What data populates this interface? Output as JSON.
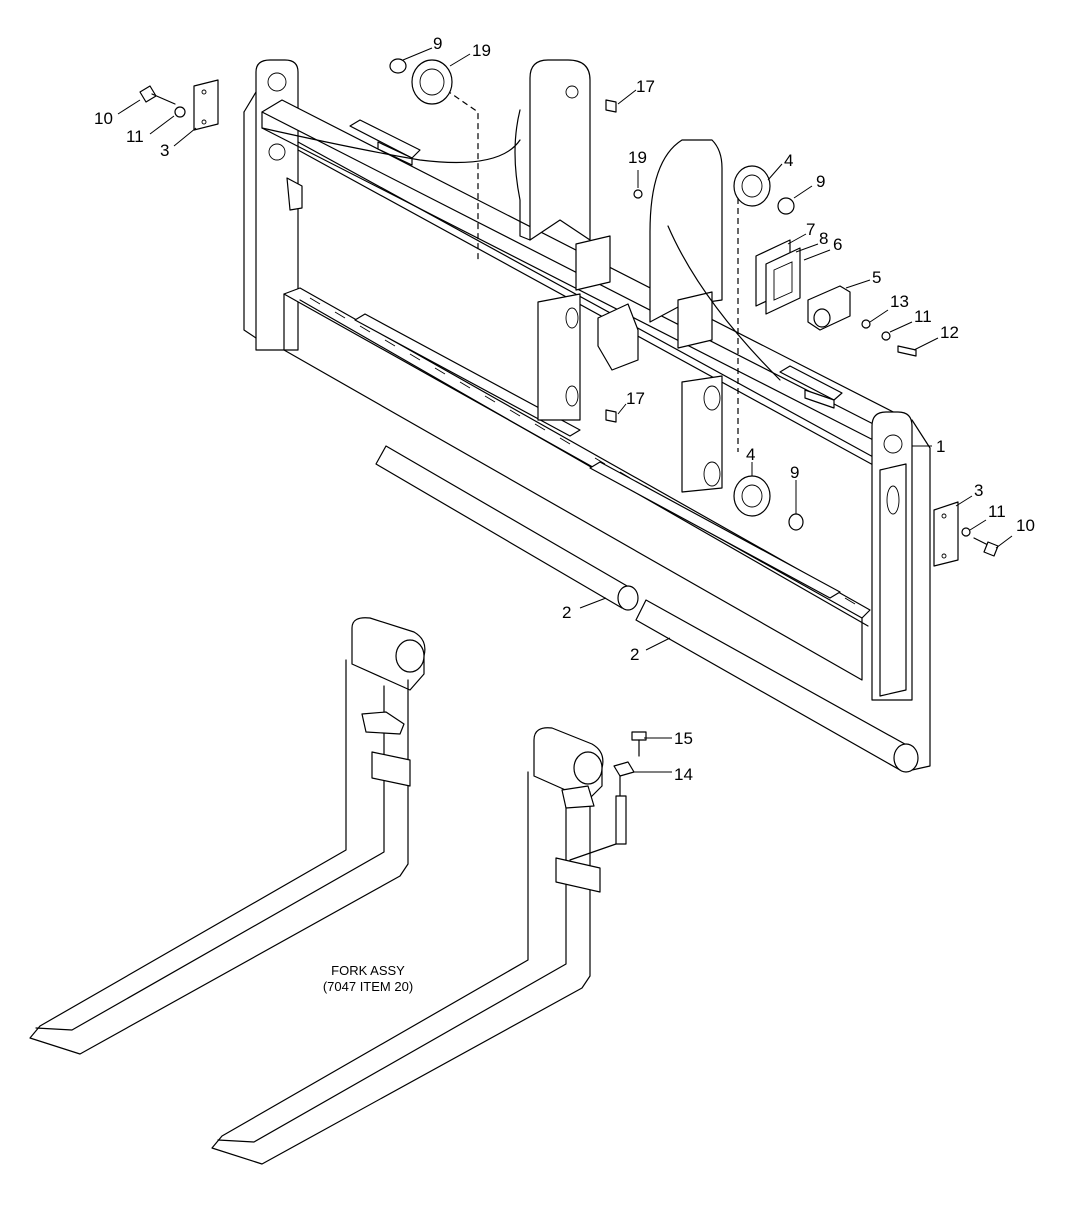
{
  "callouts": [
    {
      "id": "c-9a",
      "text": "9"
    },
    {
      "id": "c-19a",
      "text": "19"
    },
    {
      "id": "c-10a",
      "text": "10"
    },
    {
      "id": "c-11a",
      "text": "11"
    },
    {
      "id": "c-3a",
      "text": "3"
    },
    {
      "id": "c-17a",
      "text": "17"
    },
    {
      "id": "c-19b",
      "text": "19"
    },
    {
      "id": "c-4a",
      "text": "4"
    },
    {
      "id": "c-9b",
      "text": "9"
    },
    {
      "id": "c-7",
      "text": "7"
    },
    {
      "id": "c-8",
      "text": "8"
    },
    {
      "id": "c-6",
      "text": "6"
    },
    {
      "id": "c-5",
      "text": "5"
    },
    {
      "id": "c-13",
      "text": "13"
    },
    {
      "id": "c-11b",
      "text": "11"
    },
    {
      "id": "c-12",
      "text": "12"
    },
    {
      "id": "c-17b",
      "text": "17"
    },
    {
      "id": "c-1",
      "text": "1"
    },
    {
      "id": "c-4b",
      "text": "4"
    },
    {
      "id": "c-9c",
      "text": "9"
    },
    {
      "id": "c-3b",
      "text": "3"
    },
    {
      "id": "c-11c",
      "text": "11"
    },
    {
      "id": "c-10b",
      "text": "10"
    },
    {
      "id": "c-2a",
      "text": "2"
    },
    {
      "id": "c-2b",
      "text": "2"
    },
    {
      "id": "c-15",
      "text": "15"
    },
    {
      "id": "c-14",
      "text": "14"
    }
  ],
  "fork_note": {
    "line1": "FORK ASSY",
    "line2": "(7047 ITEM 20)"
  }
}
